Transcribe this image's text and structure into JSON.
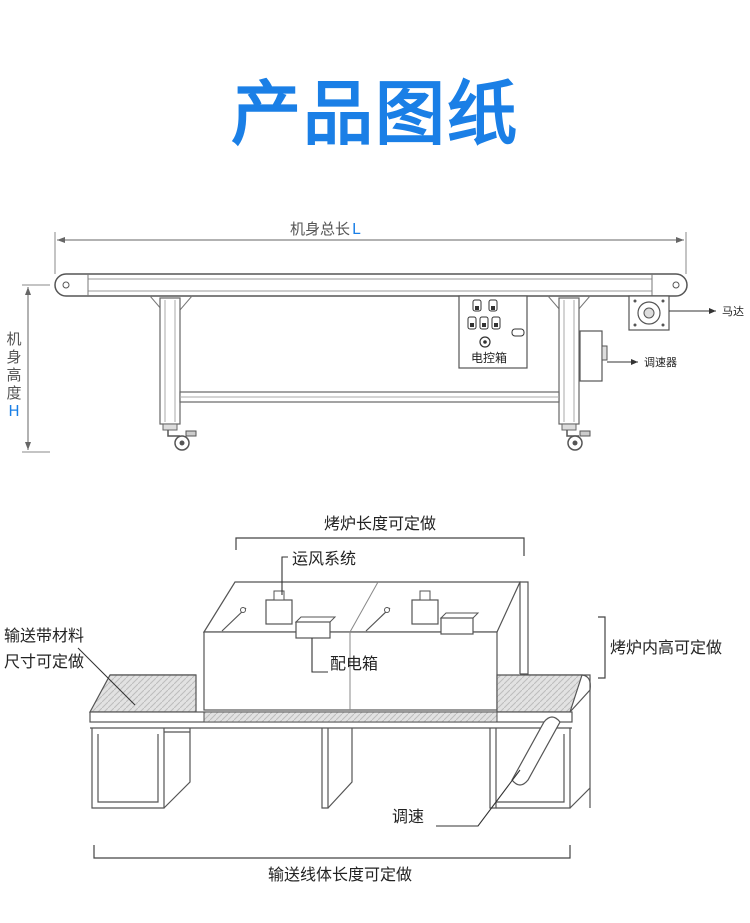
{
  "page": {
    "title": "产品图纸"
  },
  "top_drawing": {
    "total_length_label": "机身总长",
    "total_length_symbol": "L",
    "height_label": [
      "机",
      "身",
      "高",
      "度"
    ],
    "height_symbol": "H",
    "motor_label": "马达",
    "speed_controller_label": "调速器",
    "control_box_label": "电控箱",
    "accent_color": "#1a7fe6"
  },
  "bottom_drawing": {
    "oven_length_label": "烤炉长度可定做",
    "air_system_label": "运风系统",
    "belt_material_label_line1": "输送带材料",
    "belt_material_label_line2": "尺寸可定做",
    "oven_height_label": "烤炉内高可定做",
    "power_box_label": "配电箱",
    "speed_label": "调速",
    "line_length_label": "输送线体长度可定做"
  }
}
